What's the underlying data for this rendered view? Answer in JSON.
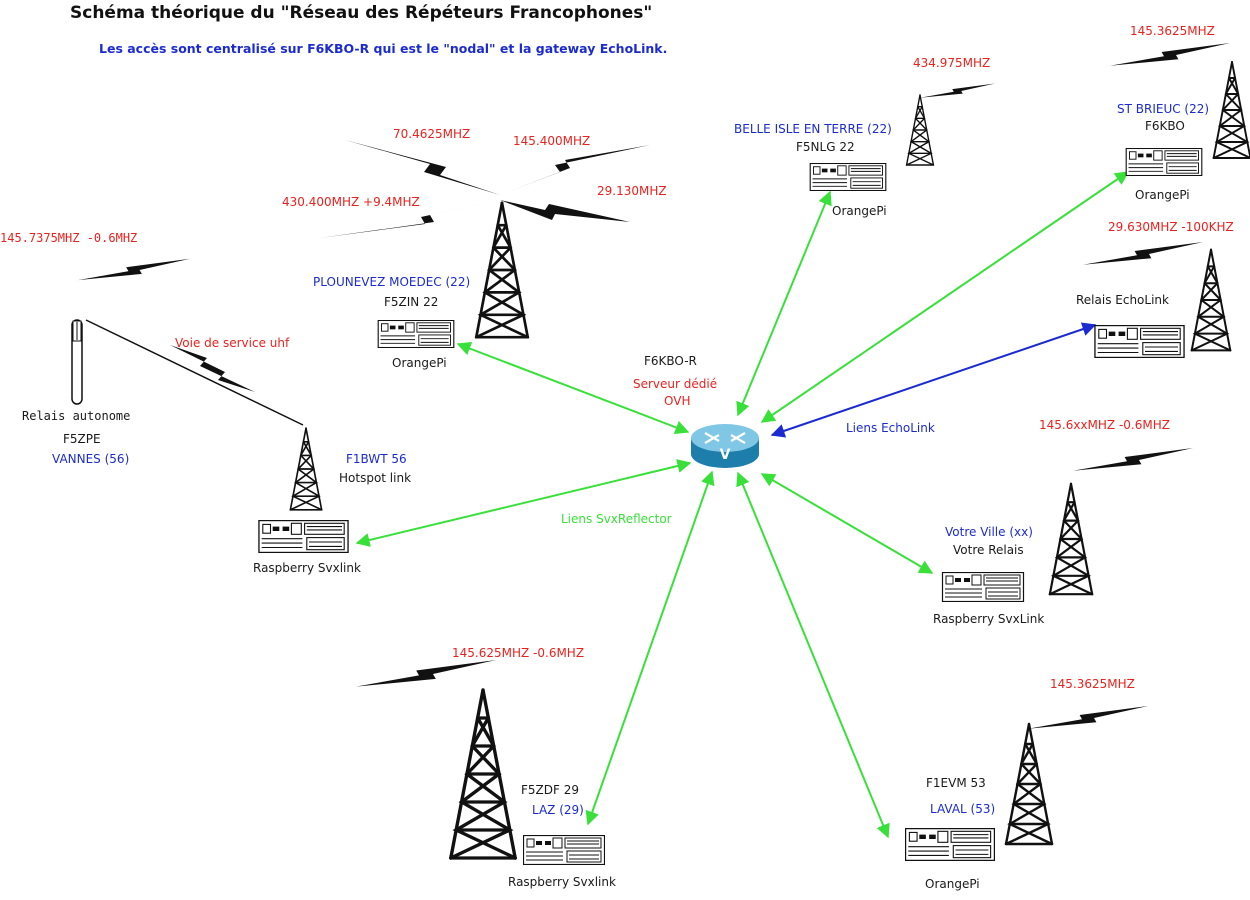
{
  "title": "Schéma théorique du \"Réseau des Répéteurs Francophones\"",
  "subtitle": "Les accès sont centralisé sur F6KBO-R qui est le \"nodal\" et la gateway EchoLink.",
  "colors": {
    "freq": "#e8231f",
    "location": "#1c2bd1",
    "svx_link": "#3ae03a",
    "echolink_link": "#1c2bd1",
    "text": "#1a1a1a"
  },
  "hub": {
    "callsign": "F6KBO-R",
    "role_line1": "Serveur dédié",
    "role_line2": "OVH",
    "icon": "router-icon"
  },
  "link_labels": {
    "svx": "Liens SvxReflector",
    "echolink": "Liens EchoLink"
  },
  "nodes": {
    "plounevez": {
      "location": "PLOUNEVEZ MOEDEC (22)",
      "callsign": "F5ZIN 22",
      "device": "OrangePi",
      "freqs": [
        "70.4625MHZ",
        "145.400MHZ",
        "430.400MHZ +9.4MHZ",
        "29.130MHZ"
      ]
    },
    "belle_isle": {
      "location": "BELLE ISLE EN TERRE (22)",
      "callsign": "F5NLG 22",
      "device": "OrangePi",
      "freq": "434.975MHZ"
    },
    "st_brieuc": {
      "location": "ST BRIEUC (22)",
      "callsign": "F6KBO",
      "device": "OrangePi",
      "freq": "145.3625MHZ"
    },
    "echolink": {
      "label": "Relais EchoLink",
      "freq": "29.630MHZ -100KHZ"
    },
    "vannes": {
      "label": "Relais autonome",
      "callsign": "F5ZPE",
      "location": "VANNES (56)",
      "freq": "145.7375MHZ -0.6MHZ",
      "service_link": "Voie de service uhf"
    },
    "f1bwt": {
      "callsign": "F1BWT 56",
      "role": "Hotspot link",
      "device": "Raspberry Svxlink"
    },
    "votre_ville": {
      "location": "Votre Ville (xx)",
      "name": "Votre Relais",
      "device": "Raspberry SvxLink",
      "freq": "145.6xxMHZ -0.6MHZ"
    },
    "laz": {
      "callsign": "F5ZDF 29",
      "location": "LAZ (29)",
      "device": "Raspberry Svxlink",
      "freq": "145.625MHZ -0.6MHZ"
    },
    "laval": {
      "callsign": "F1EVM 53",
      "location": "LAVAL (53)",
      "device": "OrangePi",
      "freq": "145.3625MHZ"
    }
  }
}
